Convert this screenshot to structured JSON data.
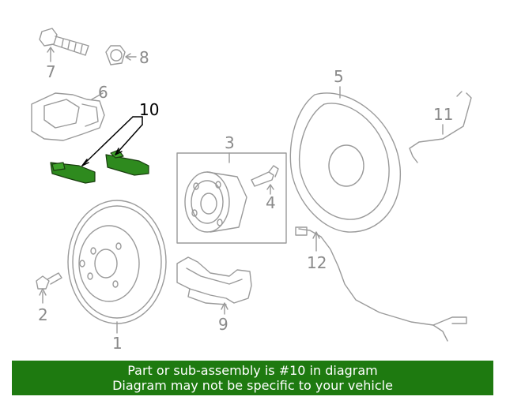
{
  "callouts": {
    "c1": "1",
    "c2": "2",
    "c3": "3",
    "c4": "4",
    "c5": "5",
    "c6": "6",
    "c7": "7",
    "c8": "8",
    "c9": "9",
    "c10": "10",
    "c11": "11",
    "c12": "12"
  },
  "colors": {
    "highlight": "#2e8a1e",
    "banner": "#1e7a10",
    "line": "#9a9a9a"
  },
  "banner": {
    "line1": "Part or sub-assembly is #10 in diagram",
    "line2": "Diagram may not be specific to your vehicle"
  }
}
